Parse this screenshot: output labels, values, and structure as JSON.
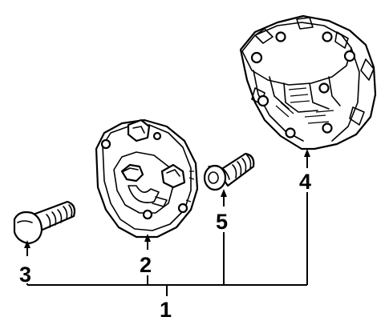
{
  "diagram": {
    "callouts": {
      "assembly": "1",
      "hub_plate": "2",
      "bolt": "3",
      "locking_hub": "4",
      "washer": "5"
    }
  }
}
